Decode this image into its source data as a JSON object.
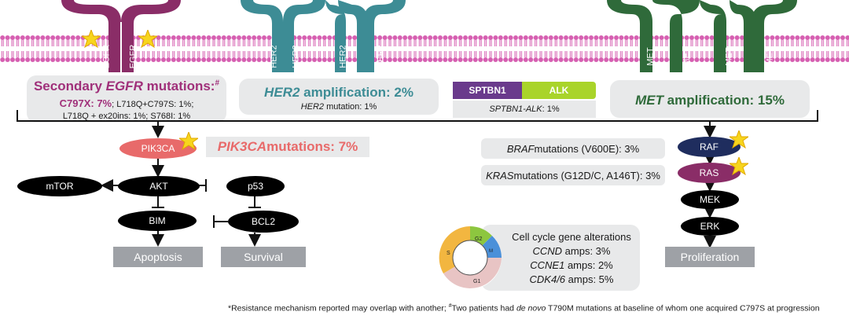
{
  "receptors": {
    "egfr": {
      "label": "EGFR",
      "color": "#8a2d67"
    },
    "her2": {
      "label": "HER2",
      "color": "#3d8c95"
    },
    "met": {
      "label": "MET",
      "color": "#2f6a3a"
    }
  },
  "membrane_color": "#d65fb1",
  "egfr_box": {
    "title_pre": "Secondary ",
    "title_gene": "EGFR",
    "title_post": " mutations:",
    "title_sup": "#",
    "line1_main": "C797X: 7%",
    "line1_rest": "; L718Q+C797S: 1%;",
    "line2": "L718Q + ex20ins: 1%; S768I: 1%"
  },
  "her2_box": {
    "title_gene": "HER2",
    "title_rest": " amplification: 2%",
    "sub_gene": "HER2",
    "sub_rest": " mutation: 1%"
  },
  "fusion": {
    "left": "SPTBN1",
    "right": "ALK",
    "left_color": "#6a3a8c",
    "right_color": "#a9d42a",
    "caption_gene": "SPTBN1-ALK",
    "caption_rest": ": 1%"
  },
  "met_box": {
    "title_gene": "MET",
    "title_rest": " amplification: 15%"
  },
  "pik3ca": {
    "node": "PIK3CA",
    "node_color": "#e86a6a",
    "label_gene": "PIK3CA",
    "label_rest": " mutations: 7%"
  },
  "nodes": {
    "mtor": "mTOR",
    "akt": "AKT",
    "p53": "p53",
    "bim": "BIM",
    "bcl2": "BCL2",
    "raf": "RAF",
    "ras": "RAS",
    "mek": "MEK",
    "erk": "ERK"
  },
  "outcomes": {
    "apoptosis": "Apoptosis",
    "survival": "Survival",
    "proliferation": "Proliferation"
  },
  "braf": {
    "gene": "BRAF",
    "rest": " mutations (V600E): 3%"
  },
  "kras": {
    "gene": "KRAS",
    "rest": " mutations (G12D/C, A146T): 3%"
  },
  "cell_cycle": {
    "title": "Cell cycle gene alterations",
    "rows": [
      {
        "gene": "CCND",
        "rest": " amps: 3%"
      },
      {
        "gene": "CCNE1",
        "rest": " amps: 2%"
      },
      {
        "gene": "CDK4/6",
        "rest": " amps: 5%"
      }
    ],
    "phases": [
      {
        "label": "G2",
        "color": "#8dc63f"
      },
      {
        "label": "M",
        "color": "#4a90d9"
      },
      {
        "label": "G1",
        "color": "#e8c4c4"
      },
      {
        "label": "S",
        "color": "#f2b640"
      }
    ]
  },
  "footnote": {
    "part1": "*Resistance mechanism reported may overlap with another; ",
    "sup": "#",
    "part2": "Two patients had ",
    "italic": "de novo",
    "part3": " T790M mutations at baseline of whom one acquired C797S at progression"
  }
}
